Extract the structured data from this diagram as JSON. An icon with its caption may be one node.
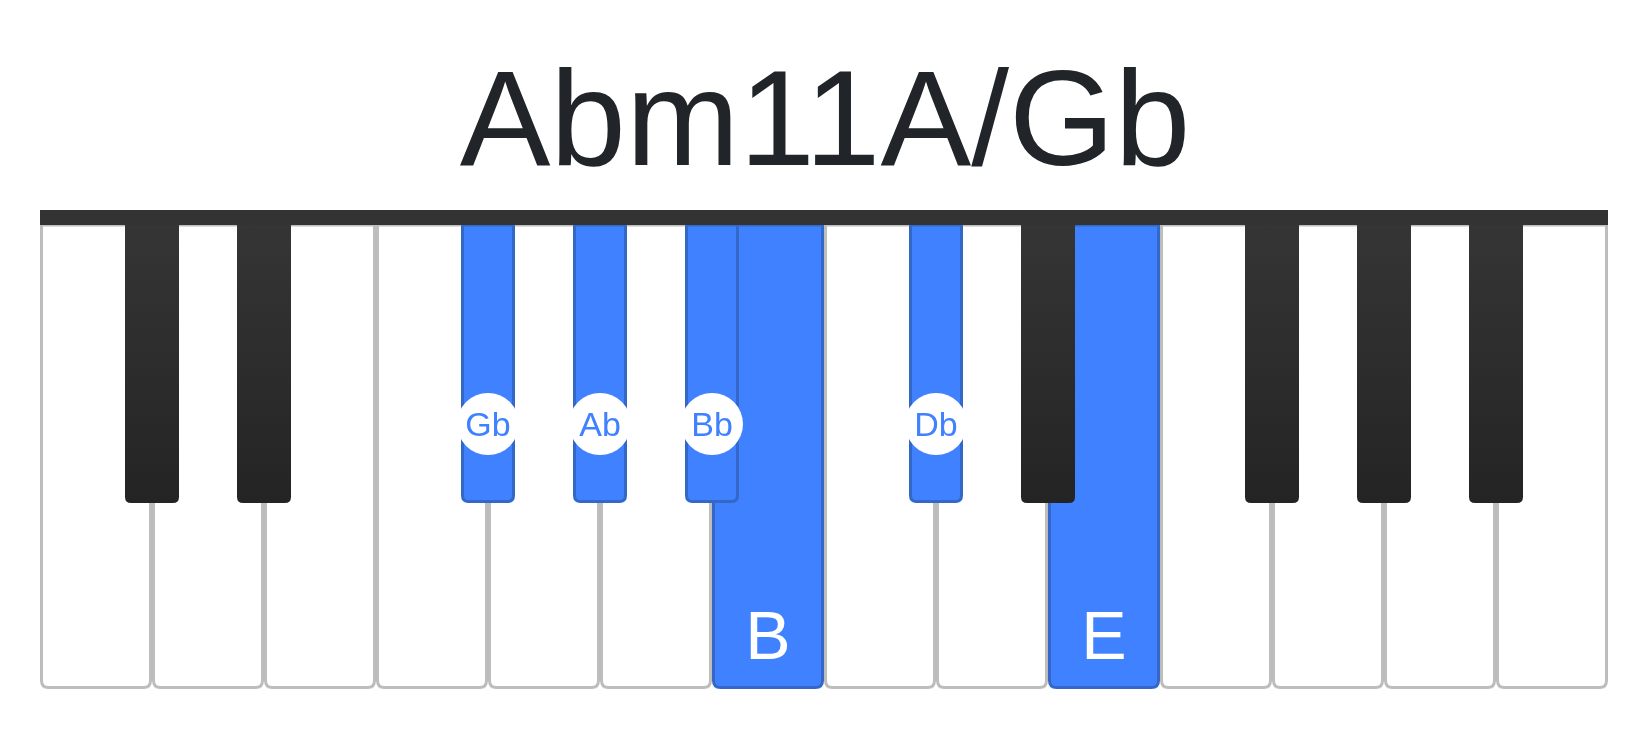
{
  "diagram": {
    "title": "Abm11A/Gb",
    "nodes": [
      {
        "text": [
          "Gb"
        ]
      },
      {
        "text": [
          "Ab"
        ]
      },
      {
        "text": [
          "Bb"
        ]
      },
      {
        "text": [
          "Db"
        ]
      }
    ],
    "labels": [
      "B",
      "E"
    ]
  }
}
